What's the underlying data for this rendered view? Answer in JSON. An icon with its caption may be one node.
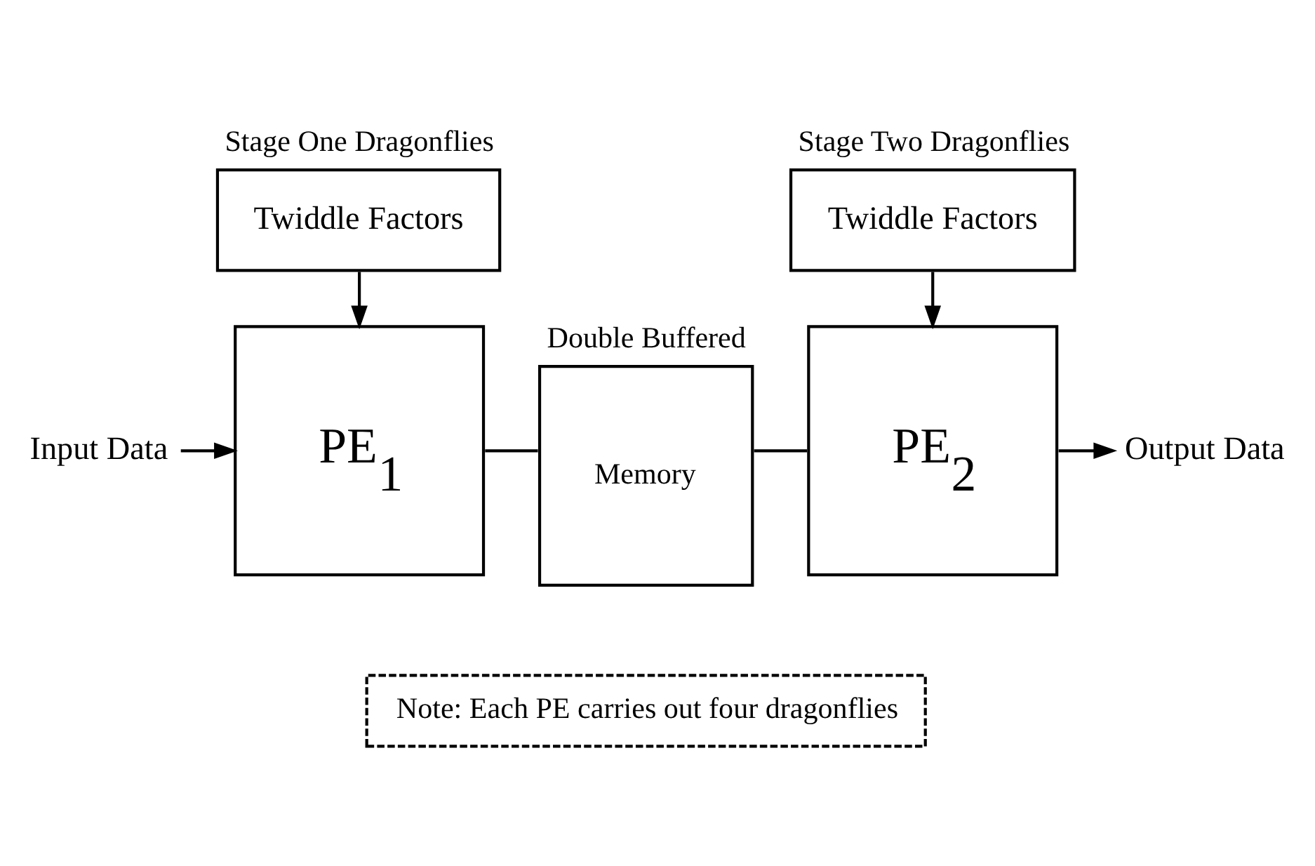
{
  "diagram": {
    "nodes": [
      {
        "text": [
          "Input Data"
        ]
      },
      {
        "text": [
          "Twiddle Factors"
        ],
        "beside": [
          "Stage One Dragonflies"
        ]
      },
      {
        "text": [
          "PE$_{1}$"
        ]
      },
      {
        "text": [
          "Memory"
        ],
        "beside": [
          "Double Buffered"
        ]
      },
      {
        "text": [
          "Twiddle Factors"
        ],
        "beside": [
          "Stage Two Dragonflies"
        ]
      },
      {
        "text": [
          "PE$_{2}$"
        ]
      },
      {
        "text": [
          "Output Data"
        ]
      },
      {
        "text": [
          "Note: Each PE carries out four dragonflies"
        ]
      }
    ],
    "edges": [
      {
        "from": 0,
        "to": 2,
        "arrow": "to"
      },
      {
        "from": 1,
        "to": 2,
        "arrow": "to"
      },
      {
        "from": 2,
        "to": 3,
        "arrow": "none"
      },
      {
        "from": 3,
        "to": 5,
        "arrow": "none"
      },
      {
        "from": 4,
        "to": 5,
        "arrow": "to"
      },
      {
        "from": 5,
        "to": 6,
        "arrow": "to"
      }
    ]
  }
}
